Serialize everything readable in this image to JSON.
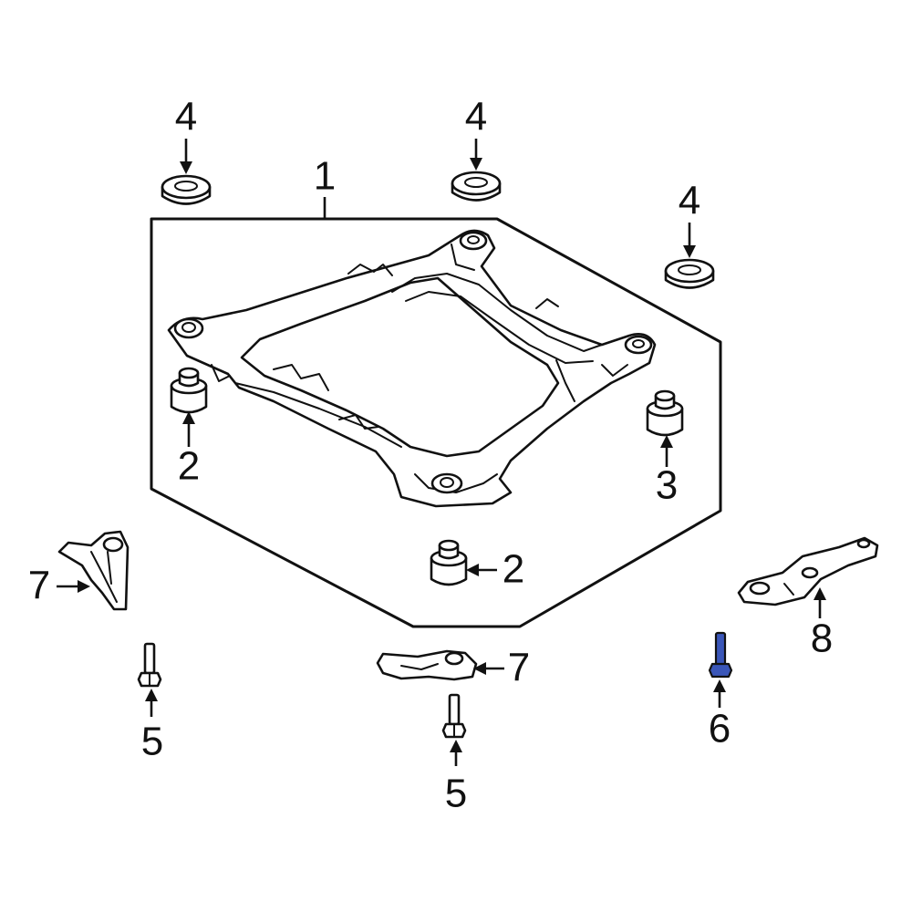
{
  "callouts": {
    "c1": "1",
    "c2a": "2",
    "c2b": "2",
    "c3": "3",
    "c4a": "4",
    "c4b": "4",
    "c4c": "4",
    "c5a": "5",
    "c5b": "5",
    "c6": "6",
    "c7a": "7",
    "c7b": "7",
    "c8": "8"
  },
  "colors": {
    "line": "#111111",
    "background": "#ffffff",
    "highlight_part": "#3a56b8"
  },
  "highlighted_callout": "6"
}
